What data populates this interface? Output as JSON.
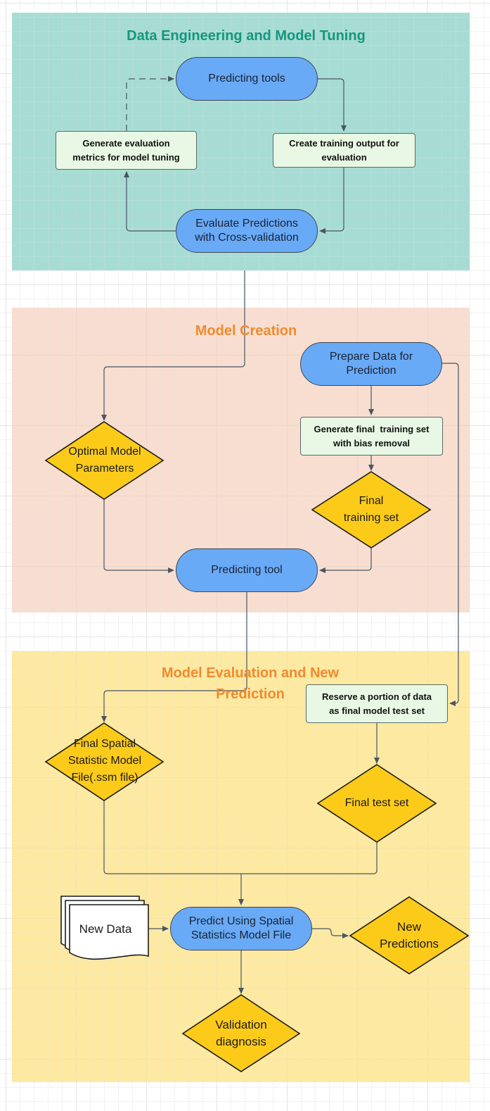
{
  "sections": {
    "data_engineering": {
      "title": "Data Engineering and Model Tuning",
      "nodes": {
        "predicting_tools": "Predicting tools",
        "generate_eval": "Generate evaluation\nmetrics for model tuning",
        "create_training": "Create training output for\nevaluation",
        "evaluate_cv": "Evaluate Predictions\nwith Cross-validation"
      }
    },
    "model_creation": {
      "title": "Model Creation",
      "nodes": {
        "prepare_data": "Prepare Data for\nPrediction",
        "generate_final": "Generate final  training set\nwith bias removal",
        "optimal_params": "Optimal Model\nParameters",
        "final_training": "Final\ntraining set",
        "predicting_tool": "Predicting tool"
      }
    },
    "model_evaluation": {
      "title": "Model Evaluation and New\nPrediction",
      "nodes": {
        "reserve": "Reserve a portion of data\nas final model test set",
        "final_spatial": "Final Spatial\nStatistic Model\nFile(.ssm file)",
        "final_test": "Final test set",
        "new_data": "New Data",
        "predict_ssm": "Predict Using Spatial\nStatistics Model File",
        "new_predictions": "New\nPredictions",
        "validation": "Validation\ndiagnosis"
      }
    }
  },
  "colors": {
    "section_teal": "#6cc4b8",
    "section_orange": "#f0b696",
    "section_yellow": "#fcda62",
    "terminal_fill": "#69aaf7",
    "process_fill": "#e8f8e4",
    "decision_fill": "#fccb1a",
    "title_teal": "#16967f",
    "title_orange": "#f08a2e",
    "line": "#4a5563"
  }
}
